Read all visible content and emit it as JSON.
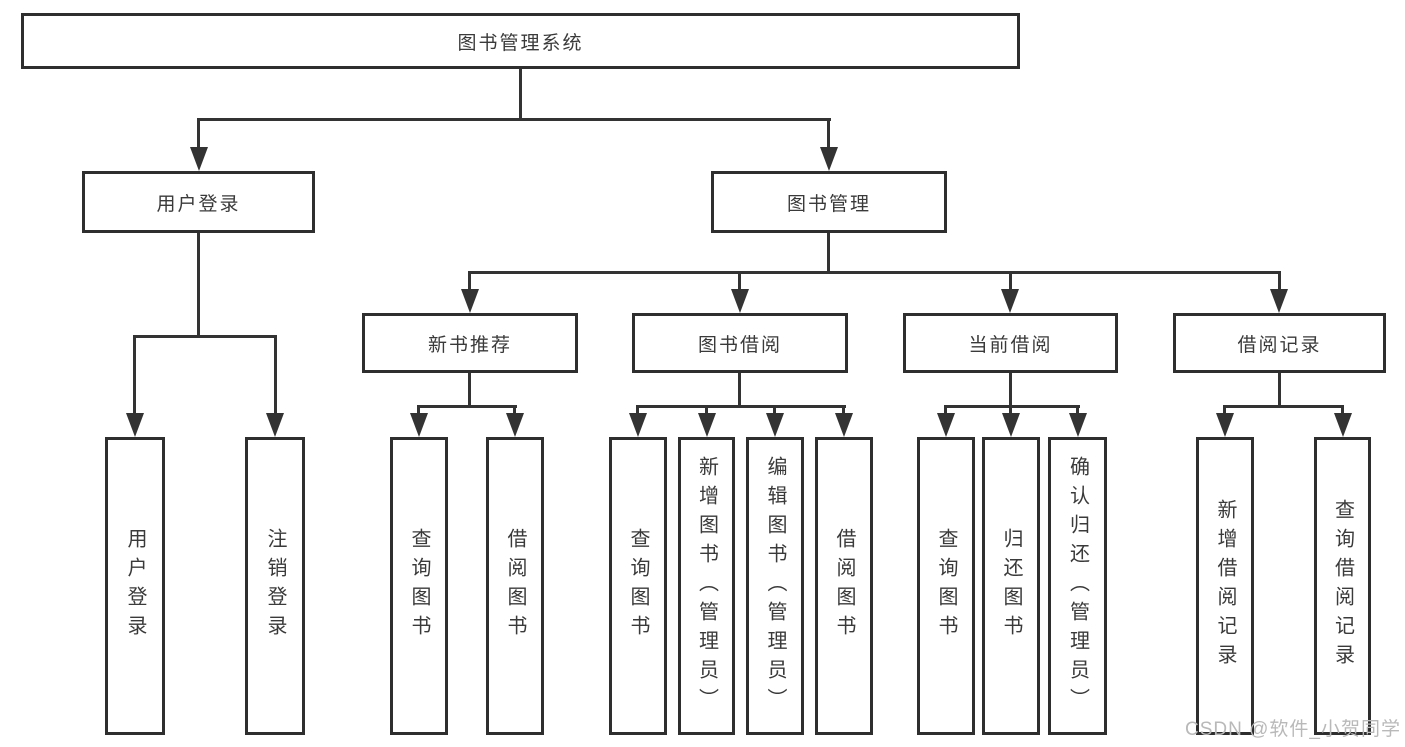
{
  "diagram_title": "图书管理系统",
  "tree": {
    "root": {
      "label": "图书管理系统"
    },
    "children": [
      {
        "label": "用户登录",
        "children": [
          {
            "label": "用户登录"
          },
          {
            "label": "注销登录"
          }
        ]
      },
      {
        "label": "图书管理",
        "children": [
          {
            "label": "新书推荐",
            "children": [
              {
                "label": "查询图书"
              },
              {
                "label": "借阅图书"
              }
            ]
          },
          {
            "label": "图书借阅",
            "children": [
              {
                "label": "查询图书"
              },
              {
                "label": "新增图书（管理员）"
              },
              {
                "label": "编辑图书（管理员）"
              },
              {
                "label": "借阅图书"
              }
            ]
          },
          {
            "label": "当前借阅",
            "children": [
              {
                "label": "查询图书"
              },
              {
                "label": "归还图书"
              },
              {
                "label": "确认归还（管理员）"
              }
            ]
          },
          {
            "label": "借阅记录",
            "children": [
              {
                "label": "新增借阅记录"
              },
              {
                "label": "查询借阅记录"
              }
            ]
          }
        ]
      }
    ]
  },
  "watermark": {
    "text": "CSDN @软件_小贺同学"
  },
  "colors": {
    "background": "#ffffff",
    "line": "#333333",
    "box_border": "#2e2e2e",
    "text": "#3a3a3a",
    "watermark": "#b9b9b9"
  }
}
